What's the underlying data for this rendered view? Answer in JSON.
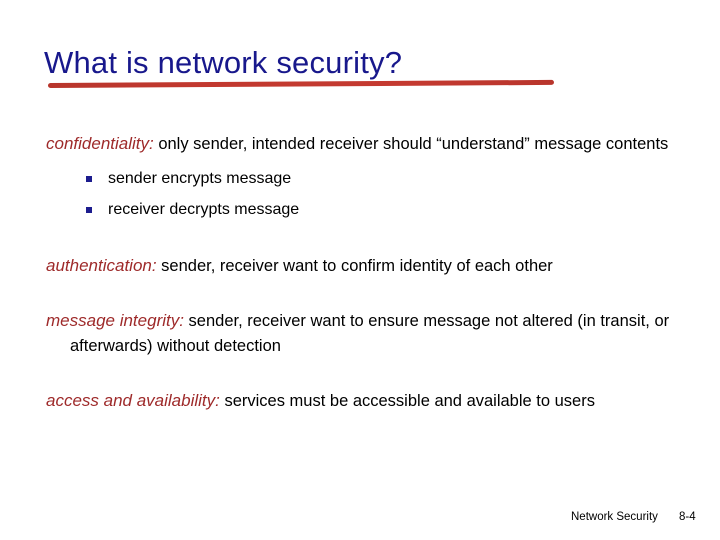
{
  "slide": {
    "title": "What is network security?",
    "background_color": "#ffffff",
    "title_color": "#18188c",
    "underline_color": "#c2392f",
    "keyword_color": "#9e2a2a",
    "body_color": "#000000",
    "bullet_color": "#1c1c8e"
  },
  "body": {
    "confidentiality": {
      "keyword": "confidentiality:",
      "text": " only sender, intended receiver should “understand” message contents",
      "sub_bullets": [
        {
          "label": "sender encrypts message"
        },
        {
          "label": "receiver decrypts message"
        }
      ]
    },
    "authentication": {
      "keyword": "authentication:",
      "text": " sender, receiver want to confirm identity of each other"
    },
    "message_integrity": {
      "keyword": "message integrity:",
      "text": " sender, receiver want to ensure message not altered (in transit, or afterwards) without detection"
    },
    "access_and_availability": {
      "keyword": "access and availability:",
      "text": " services must be accessible and available to users"
    }
  },
  "footer": {
    "label": "Network Security",
    "page": "8-4"
  }
}
